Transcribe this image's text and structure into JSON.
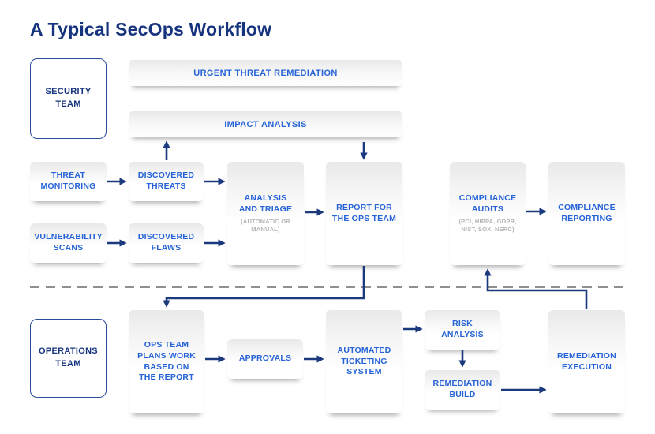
{
  "title": "A Typical SecOps Workflow",
  "teams": {
    "security": "SECURITY\nTEAM",
    "operations": "OPERATIONS\nTEAM"
  },
  "bars": {
    "urgent": "URGENT THREAT REMEDIATION",
    "impact": "IMPACT ANALYSIS"
  },
  "nodes": {
    "threat_monitoring": {
      "label": "THREAT\nMONITORING"
    },
    "discovered_threats": {
      "label": "DISCOVERED\nTHREATS"
    },
    "vulnerability_scans": {
      "label": "VULNERABILITY\nSCANS"
    },
    "discovered_flaws": {
      "label": "DISCOVERED\nFLAWS"
    },
    "analysis_triage": {
      "label": "ANALYSIS\nAND TRIAGE",
      "sub": "(AUTOMATIC OR\nMANUAL)"
    },
    "report_ops": {
      "label": "REPORT FOR\nTHE OPS TEAM"
    },
    "compliance_audits": {
      "label": "COMPLIANCE\nAUDITS",
      "sub": "(PCI, HIPPA, GDPR,\nNIST, SOX, NERC)"
    },
    "compliance_reporting": {
      "label": "COMPLIANCE\nREPORTING"
    },
    "ops_plans": {
      "label": "OPS TEAM\nPLANS WORK\nBASED ON\nTHE REPORT"
    },
    "approvals": {
      "label": "APPROVALS"
    },
    "ticketing": {
      "label": "AUTOMATED\nTICKETING\nSYSTEM"
    },
    "risk_analysis": {
      "label": "RISK\nANALYSIS"
    },
    "remediation_build": {
      "label": "REMEDIATION\nBUILD"
    },
    "remediation_execution": {
      "label": "REMEDIATION\nEXECUTION"
    }
  },
  "colors": {
    "title": "#16337e",
    "node_text": "#2563d7",
    "arrow": "#1b3a7d",
    "team_border": "#2a4d9b",
    "sub_text": "#b5b5b5",
    "divider": "#8f8f8f"
  }
}
